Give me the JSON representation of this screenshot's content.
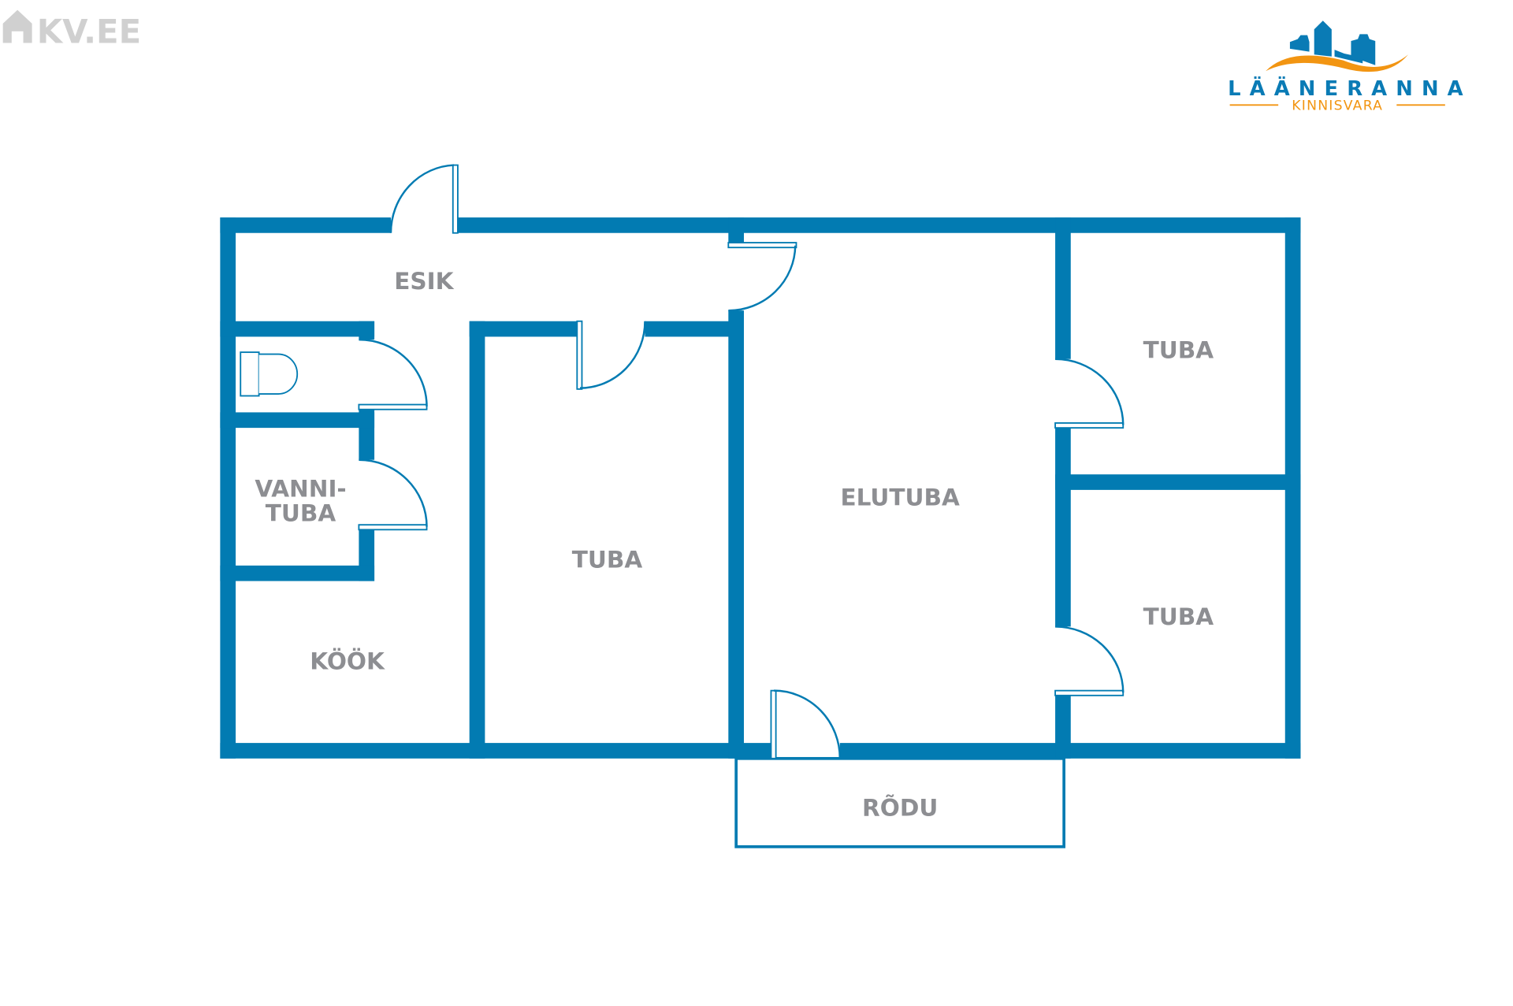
{
  "watermark": "KV.EE",
  "logo": {
    "name": "LÄÄNERANNA",
    "tagline": "KINNISVARA"
  },
  "colors": {
    "wall": "#027bb2",
    "label": "#8d8e92",
    "accent": "#f29512"
  },
  "rooms": {
    "esik": "ESIK",
    "vannituba_1": "VANNI-",
    "vannituba_2": "TUBA",
    "kook": "KÖÖK",
    "tuba_middle": "TUBA",
    "elutuba": "ELUTUBA",
    "tuba_top_right": "TUBA",
    "tuba_bottom_right": "TUBA",
    "rodu": "RÕDU"
  }
}
